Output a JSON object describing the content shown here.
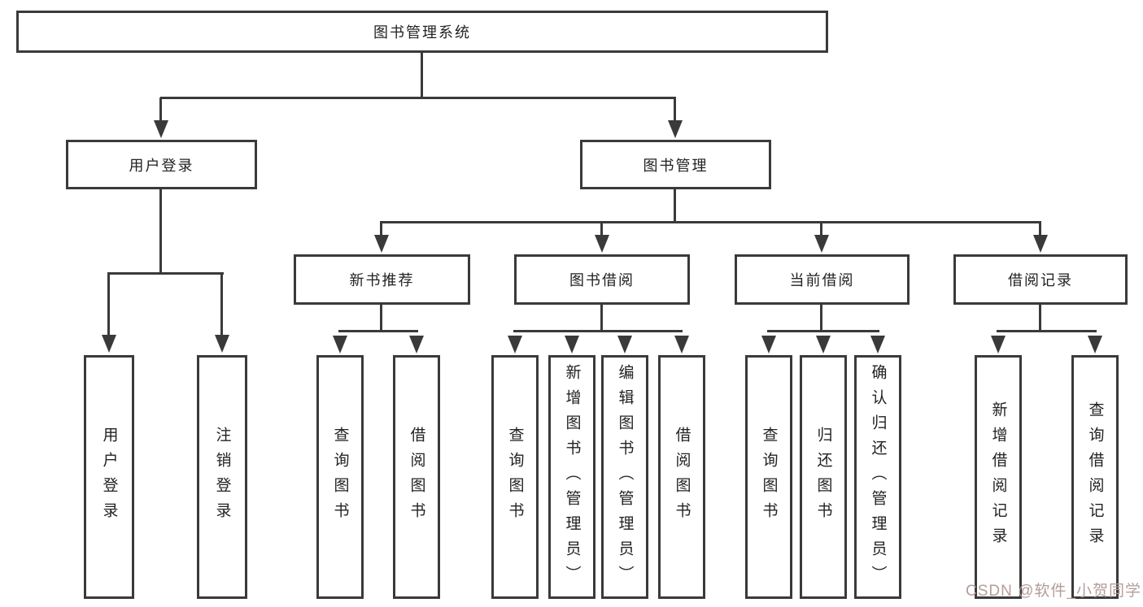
{
  "tree": {
    "root": {
      "label": "图书管理系统"
    },
    "level2": [
      {
        "label": "用户登录"
      },
      {
        "label": "图书管理"
      }
    ],
    "level3": [
      {
        "label": "新书推荐",
        "parent": "图书管理"
      },
      {
        "label": "图书借阅",
        "parent": "图书管理"
      },
      {
        "label": "当前借阅",
        "parent": "图书管理"
      },
      {
        "label": "借阅记录",
        "parent": "图书管理"
      }
    ],
    "leaves": [
      {
        "label": "用户登录",
        "parent": "用户登录"
      },
      {
        "label": "注销登录",
        "parent": "用户登录"
      },
      {
        "label": "查询图书",
        "parent": "新书推荐"
      },
      {
        "label": "借阅图书",
        "parent": "新书推荐"
      },
      {
        "label": "查询图书",
        "parent": "图书借阅"
      },
      {
        "label": "新增图书（管理员）",
        "parent": "图书借阅"
      },
      {
        "label": "编辑图书（管理员）",
        "parent": "图书借阅"
      },
      {
        "label": "借阅图书",
        "parent": "图书借阅"
      },
      {
        "label": "查询图书",
        "parent": "当前借阅"
      },
      {
        "label": "归还图书",
        "parent": "当前借阅"
      },
      {
        "label": "确认归还（管理员）",
        "parent": "当前借阅"
      },
      {
        "label": "新增借阅记录",
        "parent": "借阅记录"
      },
      {
        "label": "查询借阅记录",
        "parent": "借阅记录"
      }
    ]
  },
  "watermark": {
    "text": "CSDN @软件_小贺同学"
  },
  "colors": {
    "line": "#3a3a3a",
    "text": "#222222",
    "background": "#ffffff",
    "watermark": "#b59c9c"
  }
}
